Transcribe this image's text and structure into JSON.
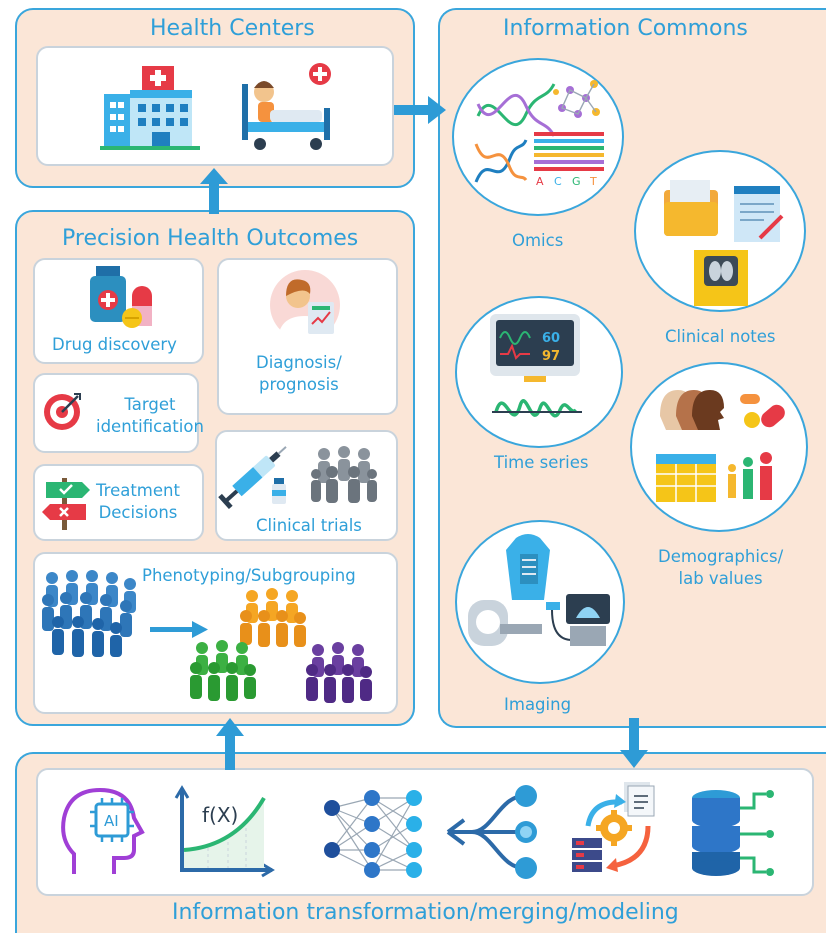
{
  "health_centers": {
    "title": "Health Centers"
  },
  "information_commons": {
    "title": "Information Commons",
    "items": {
      "omics": "Omics",
      "clinical_notes": "Clinical notes",
      "time_series": "Time series",
      "demographics_line1": "Demographics/",
      "demographics_line2": "lab values",
      "imaging": "Imaging"
    },
    "omics_letters": [
      "A",
      "C",
      "G",
      "T"
    ],
    "monitor_values": [
      "60",
      "97"
    ]
  },
  "precision_health": {
    "title": "Precision Health Outcomes",
    "items": {
      "drug_discovery": "Drug discovery",
      "diagnosis_line1": "Diagnosis/",
      "diagnosis_line2": "prognosis",
      "target_line1": "Target",
      "target_line2": "identification",
      "treatment_line1": "Treatment",
      "treatment_line2": "Decisions",
      "clinical_trials": "Clinical trials",
      "phenotyping": "Phenotyping/Subgrouping"
    }
  },
  "transformation": {
    "title": "Information transformation/merging/modeling",
    "ai_label": "AI",
    "fx_label": "f(X)"
  },
  "colors": {
    "accent": "#2f9fd8",
    "panel_bg": "#fbe6d7",
    "border": "#3aa6dc",
    "arrow": "#2e9bd6"
  }
}
